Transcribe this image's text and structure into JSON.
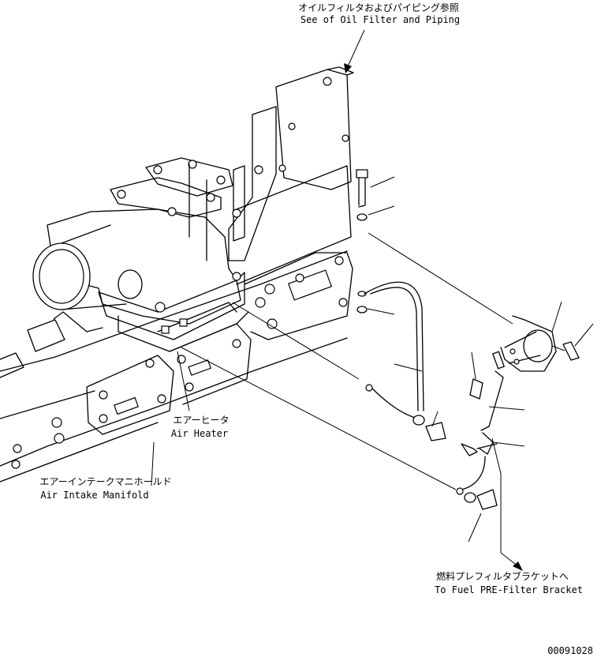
{
  "callouts": {
    "oil_filter_jp": "オイルフィルタおよびパイピング参照",
    "oil_filter_en": "See of Oil Filter and Piping",
    "air_heater_jp": "エアーヒータ",
    "air_heater_en": "Air Heater",
    "manifold_jp": "エアーインテークマニホールド",
    "manifold_en": "Air Intake Manifold",
    "bracket_jp": "燃料プレフィルタブラケットへ",
    "bracket_en": "To Fuel PRE-Filter Bracket"
  },
  "drawing_number": "00091028"
}
